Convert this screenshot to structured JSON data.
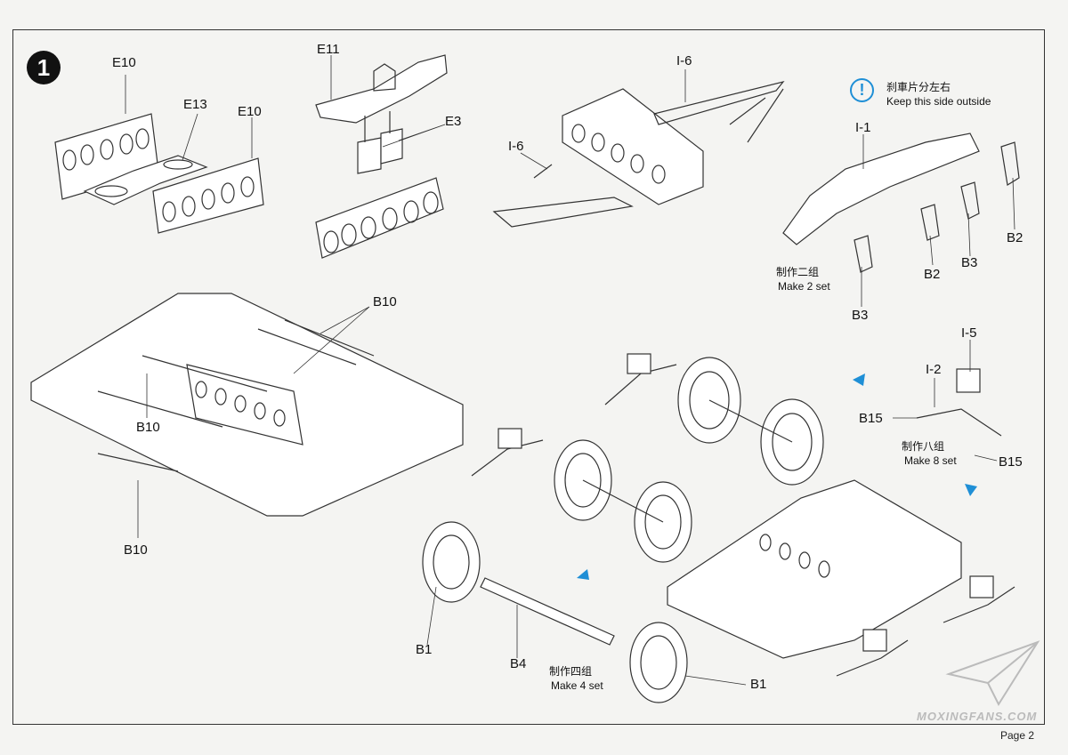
{
  "step": "1",
  "notice": {
    "icon": "exclamation-icon",
    "cn": "刹車片分左右",
    "en": "Keep this side outside"
  },
  "labels": {
    "e10_left": "E10",
    "e13": "E13",
    "e10_right": "E10",
    "e11": "E11",
    "e3": "E3",
    "i6_top": "I-6",
    "i6_left": "I-6",
    "i1": "I-1",
    "b2_right": "B2",
    "b2_mid": "B2",
    "b3_right": "B3",
    "b3_bottom": "B3",
    "b10_top": "B10",
    "b10_mid": "B10",
    "b10_bottom": "B10",
    "i5": "I-5",
    "i2": "I-2",
    "b15_left": "B15",
    "b15_right": "B15",
    "b1_left": "B1",
    "b4": "B4",
    "b1_right": "B1"
  },
  "notes": {
    "make2_cn": "制作二组",
    "make2_en": "Make 2 set",
    "make8_cn": "制作八组",
    "make8_en": "Make 8 set",
    "make4_cn": "制作四组",
    "make4_en": "Make 4 set"
  },
  "watermark": "MOXINGFANS.COM",
  "page": "Page 2",
  "colors": {
    "accent": "#1f8fd6",
    "line": "#333333"
  }
}
